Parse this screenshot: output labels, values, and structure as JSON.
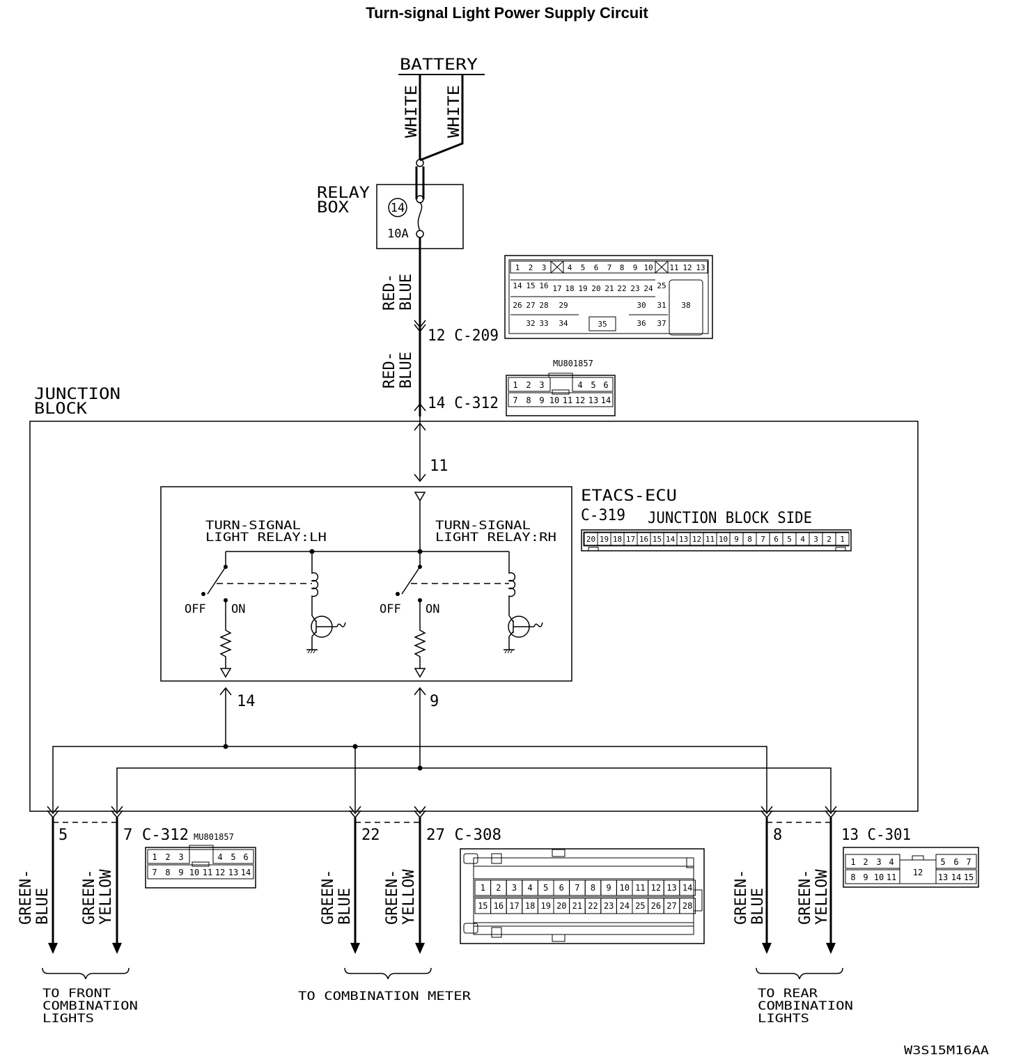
{
  "title": "Turn-signal Light Power Supply Circuit",
  "battery": "BATTERY",
  "wires": {
    "white": "WHITE",
    "red": "RED-",
    "blue": "BLUE",
    "green": "GREEN-",
    "yellow": "YELLOW"
  },
  "relay_box": {
    "line1": "RELAY",
    "line2": "BOX",
    "fuse_no": "14",
    "fuse_rating": "10A"
  },
  "c209": {
    "label": "12 C-209",
    "pins": [
      "1",
      "2",
      "3",
      "4",
      "5",
      "6",
      "7",
      "8",
      "9",
      "10",
      "11",
      "12",
      "13",
      "14",
      "15",
      "16",
      "17",
      "18",
      "19",
      "20",
      "21",
      "22",
      "23",
      "24",
      "25",
      "26",
      "27",
      "28",
      "29",
      "30",
      "31",
      "32",
      "33",
      "34",
      "35",
      "36",
      "37",
      "38"
    ]
  },
  "c312": {
    "label": "14 C-312",
    "part_no": "MU801857",
    "pins_top": [
      "1",
      "2",
      "3",
      "4",
      "5",
      "6"
    ],
    "pins_bottom": [
      "7",
      "8",
      "9",
      "10",
      "11",
      "12",
      "13",
      "14"
    ]
  },
  "junction_block": {
    "line1": "JUNCTION",
    "line2": "BLOCK",
    "pin_in": "11"
  },
  "etacs": {
    "name": "ETACS-ECU",
    "connector": "C-319",
    "side": "JUNCTION BLOCK SIDE",
    "pins": [
      "20",
      "19",
      "18",
      "17",
      "16",
      "15",
      "14",
      "13",
      "12",
      "11",
      "10",
      "9",
      "8",
      "7",
      "6",
      "5",
      "4",
      "3",
      "2",
      "1"
    ]
  },
  "relay_lh": {
    "line1": "TURN-SIGNAL",
    "line2": "LIGHT RELAY:LH"
  },
  "relay_rh": {
    "line1": "TURN-SIGNAL",
    "line2": "LIGHT RELAY:RH"
  },
  "switch": {
    "off": "OFF",
    "on": "ON"
  },
  "pins_out": {
    "lh": "14",
    "rh": "9"
  },
  "c312_out": {
    "pin_a": "5",
    "pin_b": "7 C-312",
    "part_no": "MU801857"
  },
  "c308": {
    "pin_a": "22",
    "pin_b": "27 C-308",
    "pins_top": [
      "1",
      "2",
      "3",
      "4",
      "5",
      "6",
      "7",
      "8",
      "9",
      "10",
      "11",
      "12",
      "13",
      "14"
    ],
    "pins_bottom": [
      "15",
      "16",
      "17",
      "18",
      "19",
      "20",
      "21",
      "22",
      "23",
      "24",
      "25",
      "26",
      "27",
      "28"
    ]
  },
  "c301": {
    "pin_a": "8",
    "pin_b": "13 C-301",
    "pins_top": [
      "1",
      "2",
      "3",
      "4",
      "5",
      "6",
      "7"
    ],
    "pins_bottom": [
      "8",
      "9",
      "10",
      "11",
      "13",
      "14",
      "15"
    ],
    "pin_center": "12"
  },
  "destinations": {
    "front": [
      "TO FRONT",
      "COMBINATION",
      "LIGHTS"
    ],
    "meter": "TO COMBINATION METER",
    "rear": [
      "TO REAR",
      "COMBINATION",
      "LIGHTS"
    ]
  },
  "figure_code": "W3S15M16AA"
}
